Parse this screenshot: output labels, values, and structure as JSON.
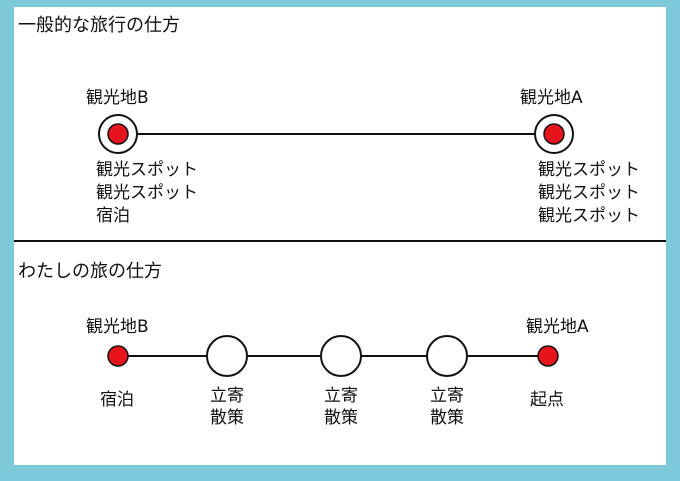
{
  "section1": {
    "title": "一般的な旅行の仕方",
    "left_label": "観光地B",
    "right_label": "観光地A",
    "left_items": [
      "観光スポット",
      "観光スポット",
      "宿泊"
    ],
    "right_items": [
      "観光スポット",
      "観光スポット",
      "観光スポット"
    ]
  },
  "section2": {
    "title": "わたしの旅の仕方",
    "left_label": "観光地B",
    "right_label": "観光地A",
    "left_caption": "宿泊",
    "right_caption": "起点",
    "stops": [
      [
        "立寄",
        "散策"
      ],
      [
        "立寄",
        "散策"
      ],
      [
        "立寄",
        "散策"
      ]
    ]
  },
  "colors": {
    "background": "#7ec8dc",
    "panel": "#ffffff",
    "point": "#e8141b",
    "line": "#111111"
  }
}
